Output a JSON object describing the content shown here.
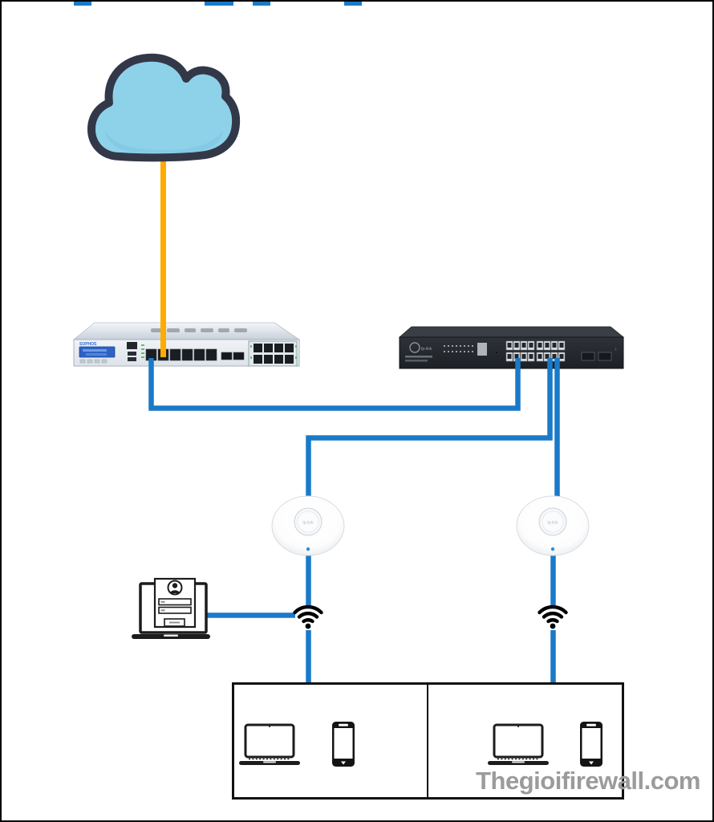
{
  "diagram": {
    "watermark": "Thegioifirewall.com"
  },
  "colors": {
    "cable_blue": "#1a7ac9",
    "cable_orange": "#ffab00",
    "cloud_fill": "#8ed2ea",
    "cloud_shade": "#7cc3de",
    "cloud_outline": "#333848",
    "device_dark": "#1c1c1c",
    "switch_body": "#24272c",
    "firewall_body": "#e7ebf0",
    "lcd_blue": "#2e62c4",
    "watermark_gray": "#9b9b9b",
    "ap_led_blue": "#2e8fd8"
  },
  "devices": {
    "firewall": {
      "brand": "SOPHOS"
    },
    "switch": {
      "brand": "tp-link"
    },
    "ap1": {
      "brand": "tp-link"
    },
    "ap2": {
      "brand": "tp-link"
    }
  }
}
